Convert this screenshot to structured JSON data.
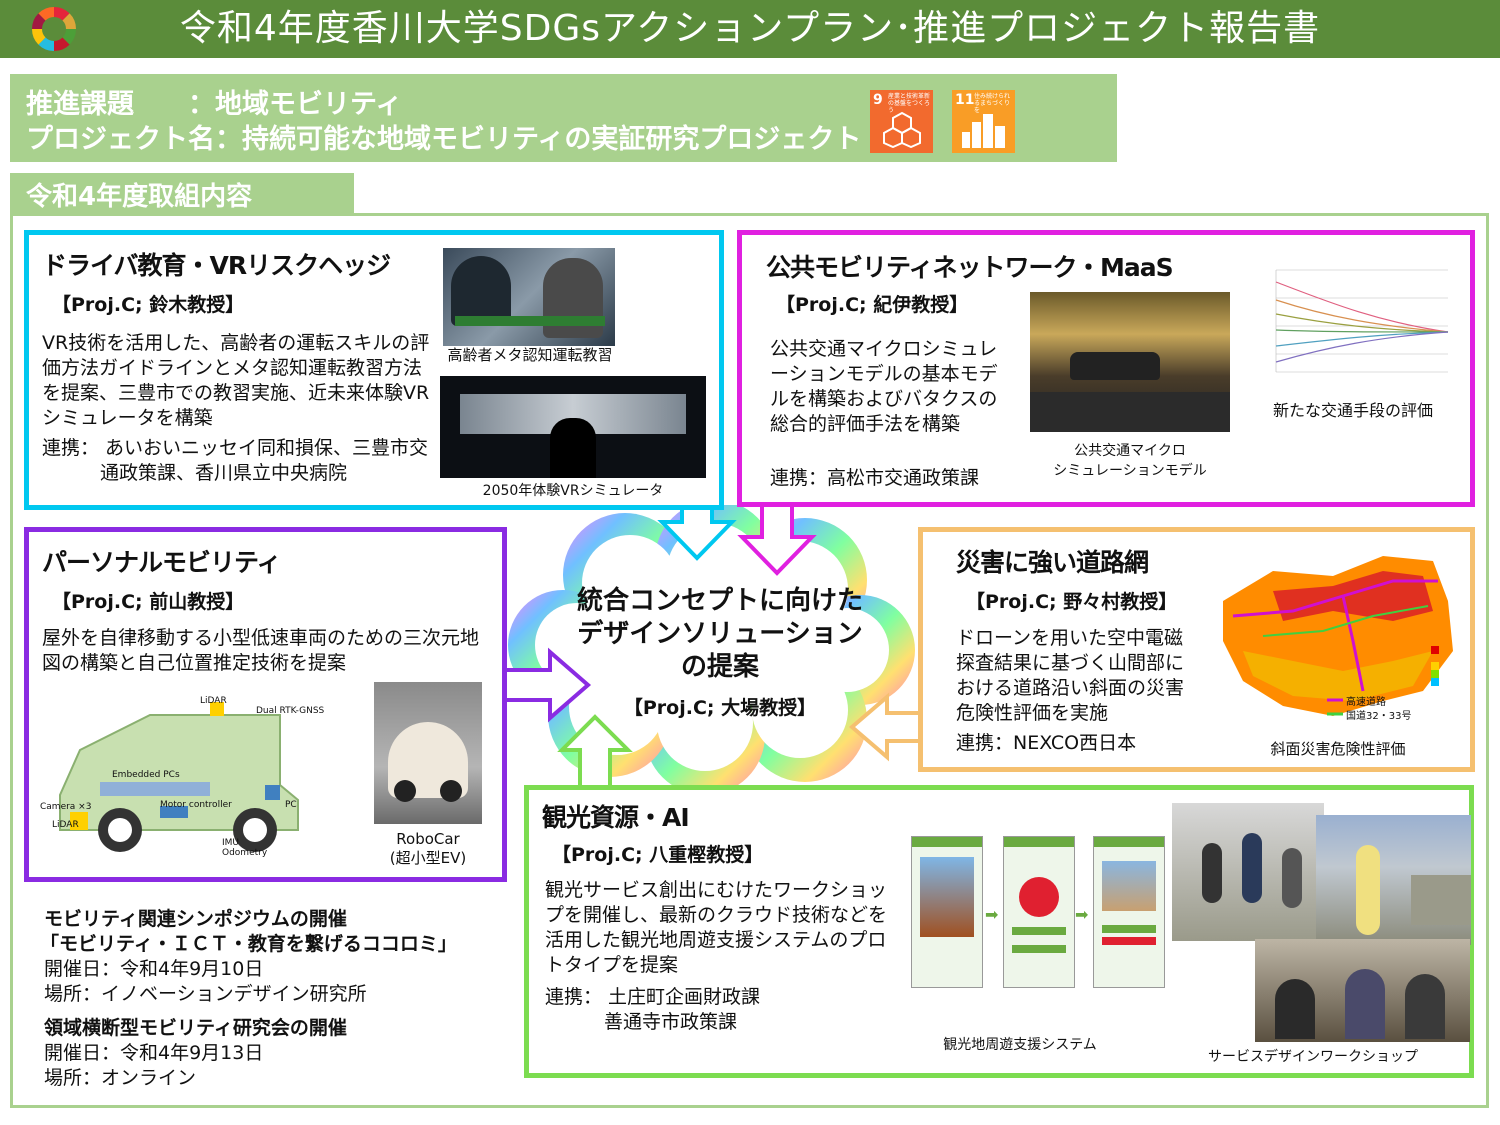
{
  "header": {
    "title": "令和4年度香川大学SDGsアクションプラン･推進プロジェクト報告書"
  },
  "topic": {
    "line1": "推進課題　　：地域モビリティ",
    "line2": "プロジェクト名：持続可能な地域モビリティの実証研究プロジェクト"
  },
  "sdg_badges": [
    {
      "number": "9",
      "text": "産業と技術革新の基盤をつくろう",
      "color": "#f26a2e"
    },
    {
      "number": "11",
      "text": "住み続けられるまちづくりを",
      "color": "#f99d26"
    }
  ],
  "section_label": "令和4年度取組内容",
  "driver": {
    "title": "ドライバ教育・VRリスクヘッジ",
    "prof": "【Proj.C; 鈴木教授】",
    "body": "VR技術を活用した、高齢者の運転スキルの評価方法ガイドラインとメタ認知運転教習方法を提案、三豊市での教習実施、近未来体験VRシミュレータを構築",
    "partner_label": "連携：",
    "partner_text": "あいおいニッセイ同和損保、三豊市交通政策課、香川県立中央病院",
    "cap1": "高齢者メタ認知運転教習",
    "cap2": "2050年体験VRシミュレータ"
  },
  "maas": {
    "title": "公共モビリティネットワーク・MaaS",
    "prof": "【Proj.C; 紀伊教授】",
    "body": "公共交通マイクロシミュレーションモデルの基本モデルを構築およびバタクスの総合的評価手法を構築",
    "partner": "連携：高松市交通政策課",
    "cap_sim_1": "公共交通マイクロ",
    "cap_sim_2": "シミュレーションモデル",
    "cap_eval": "新たな交通手段の評価"
  },
  "personal": {
    "title": "パーソナルモビリティ",
    "prof": "【Proj.C; 前山教授】",
    "body": "屋外を自律移動する小型低速車両のための三次元地図の構築と自己位置推定技術を提案",
    "diagram_labels": {
      "lidar_top": "LiDAR",
      "gnss": "Dual RTK-GNSS",
      "embedded": "Embedded PCs",
      "camera": "Camera ×3",
      "lidar_side": "LiDAR",
      "motor": "Motor controller",
      "pc": "PC",
      "imu": "IMU",
      "odometry": "Odometry"
    },
    "cap1": "RoboCar",
    "cap2": "(超小型EV)"
  },
  "center": {
    "line1": "統合コンセプトに向けた",
    "line2": "デザインソリューション",
    "line3": "の提案",
    "prof": "【Proj.C; 大場教授】"
  },
  "disaster": {
    "title": "災害に強い道路網",
    "prof": "【Proj.C; 野々村教授】",
    "body": "ドローンを用いた空中電磁探査結果に基づく山間部における道路沿い斜面の災害危険性評価を実施",
    "partner": "連携：NEXCO西日本",
    "cap": "斜面災害危険性評価",
    "legend_highway": "高速道路",
    "legend_national": "国道32・33号"
  },
  "tourism": {
    "title": "観光資源・AI",
    "prof": "【Proj.C; 八重樫教授】",
    "body": "観光サービス創出にむけたワークショップを開催し、最新のクラウド技術などを活用した観光地周遊支援システムのプロトタイプを提案",
    "partner_label": "連携：",
    "partner1": "土庄町企画財政課",
    "partner2": "善通寺市政策課",
    "cap_system": "観光地周遊支援システム",
    "cap_workshop": "サービスデザインワークショップ"
  },
  "events": {
    "e1_title": "モビリティ関連シンポジウムの開催",
    "e1_name": "「モビリティ・ＩＣＴ・教育を繋げるココロミ」",
    "e1_date": "開催日：令和4年9月10日",
    "e1_place": "場所：イノベーションデザイン研究所",
    "e2_title": "領域横断型モビリティ研究会の開催",
    "e2_date": "開催日：令和4年9月13日",
    "e2_place": "場所：オンライン"
  },
  "colors": {
    "header_green": "#5b8c3a",
    "light_green": "#a9d18e",
    "cyan": "#00c0f0",
    "magenta": "#e020e0",
    "purple": "#8a2be2",
    "orange": "#f5c070",
    "green": "#7cdc50"
  }
}
